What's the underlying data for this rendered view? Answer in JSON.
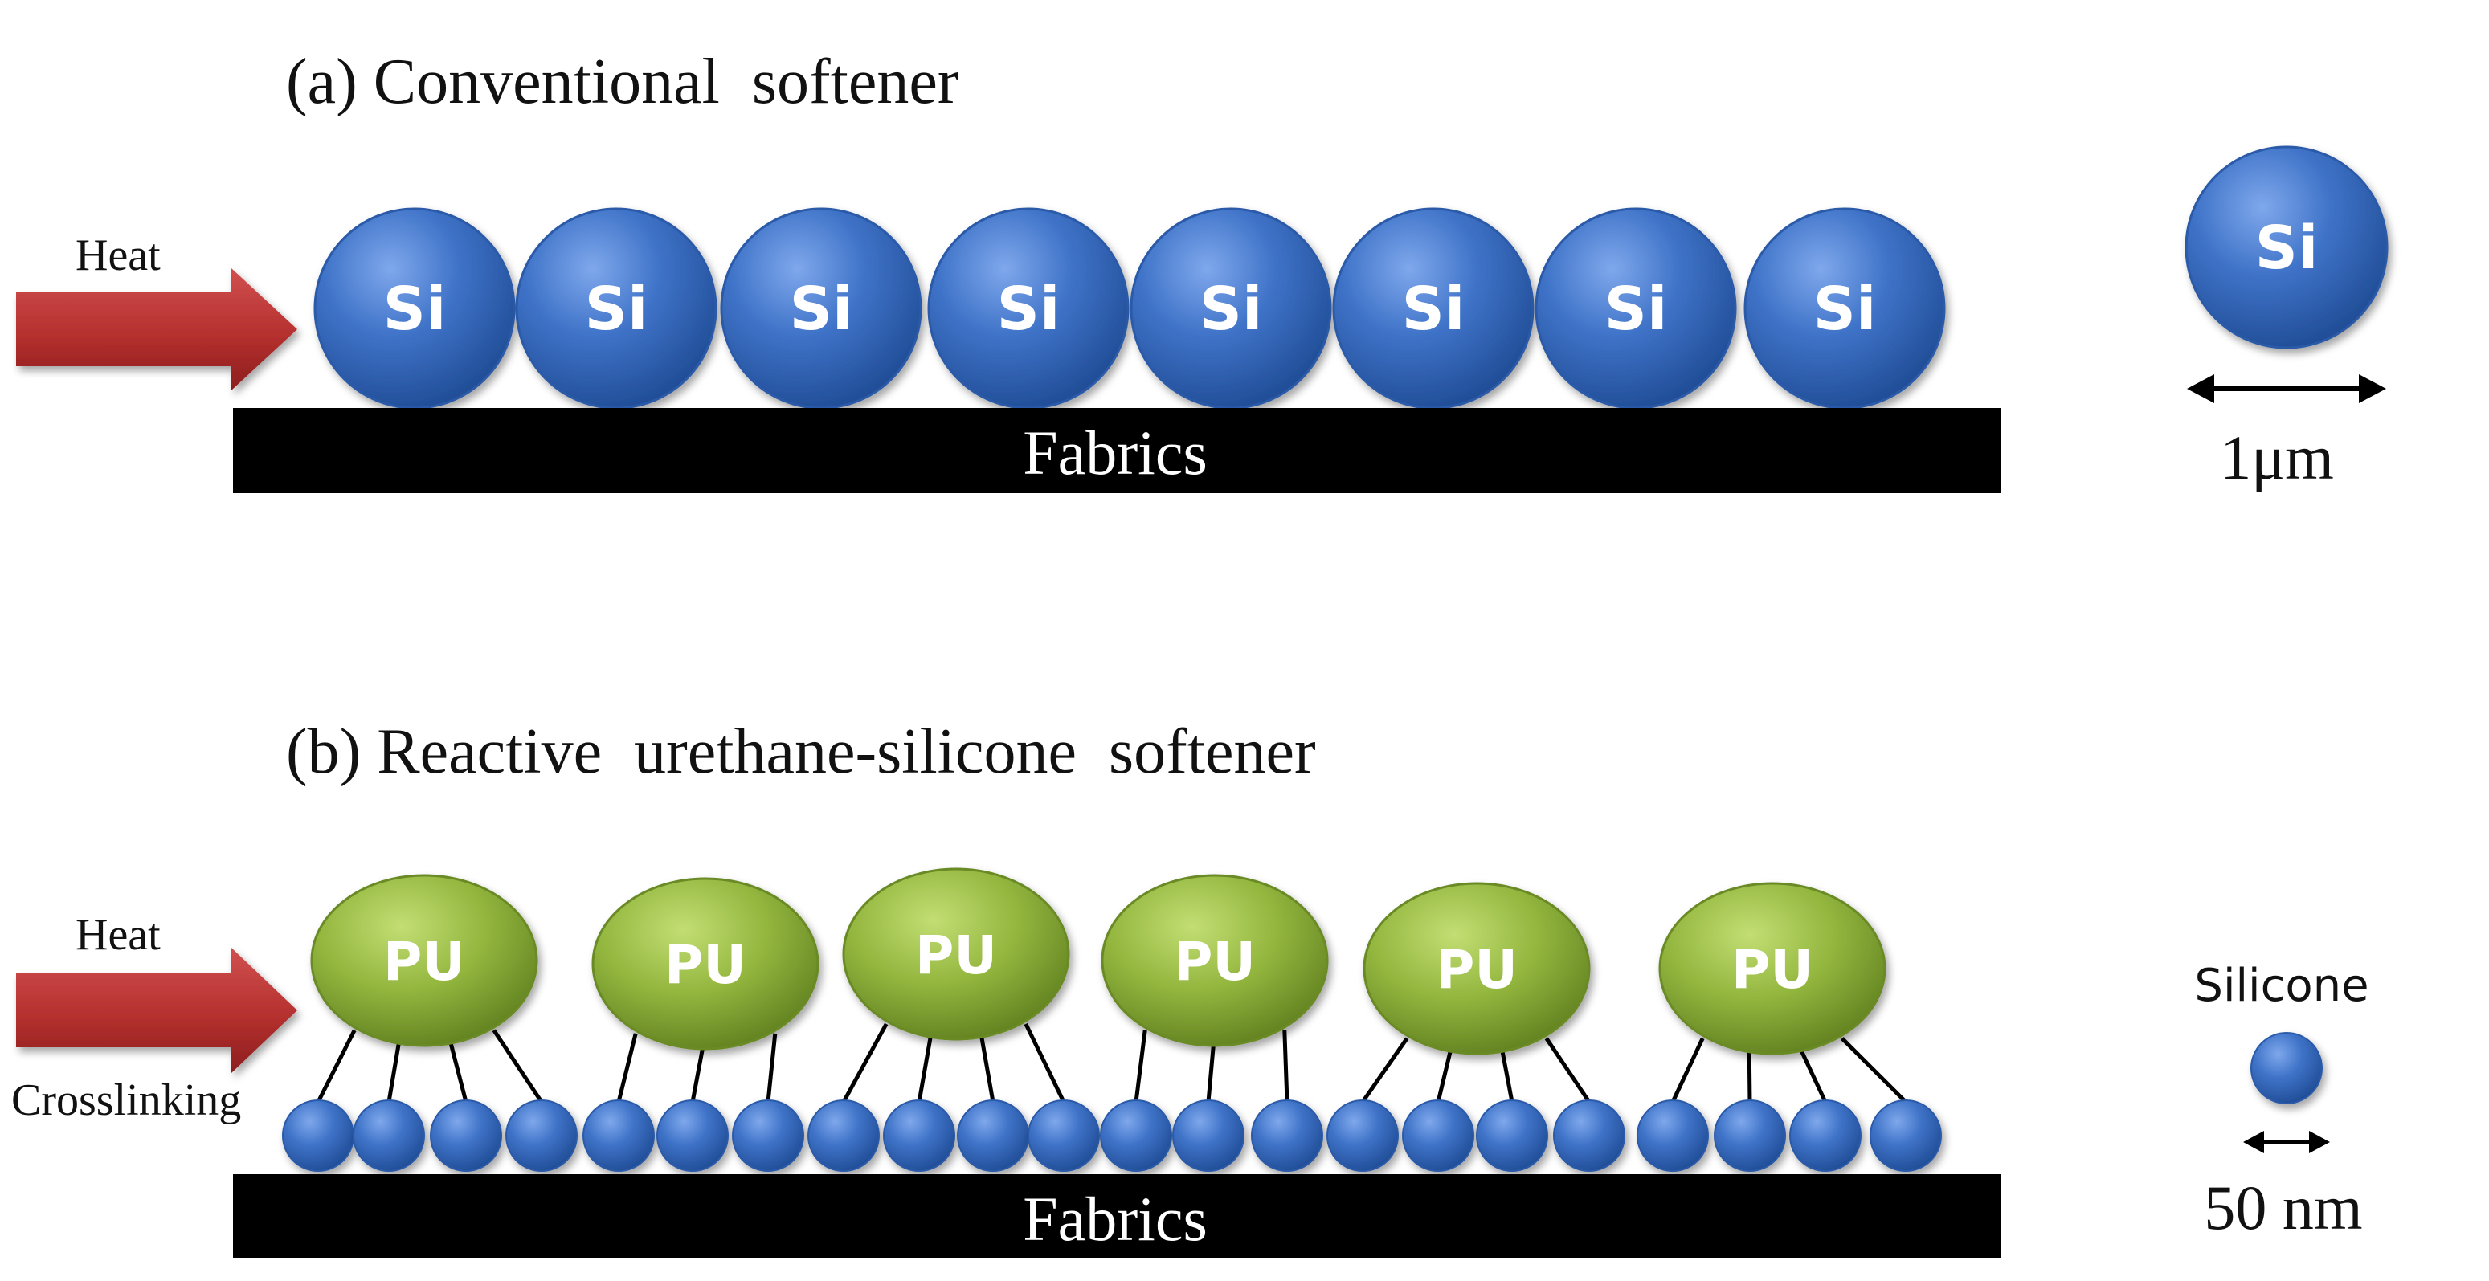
{
  "panel_a": {
    "title": "(a) Conventional  softener",
    "heat_label": "Heat",
    "particle_label": "Si",
    "particle_count": 8,
    "substrate_label": "Fabrics",
    "legend": {
      "particle_label": "Si",
      "scale_label": "1μm"
    }
  },
  "panel_b": {
    "title": "(b) Reactive  urethane-silicone  softener",
    "heat_label": "Heat",
    "process_label": "Crosslinking",
    "cluster_label": "PU",
    "cluster_count": 6,
    "nanoparticle_count": 22,
    "substrate_label": "Fabrics",
    "legend": {
      "title": "Silicone",
      "scale_label": "50 nm"
    }
  },
  "colors": {
    "si_blue": "#3a6ec2",
    "pu_green": "#8fb23c",
    "arrow_red": "#b83230",
    "fabric_black": "#000000"
  }
}
